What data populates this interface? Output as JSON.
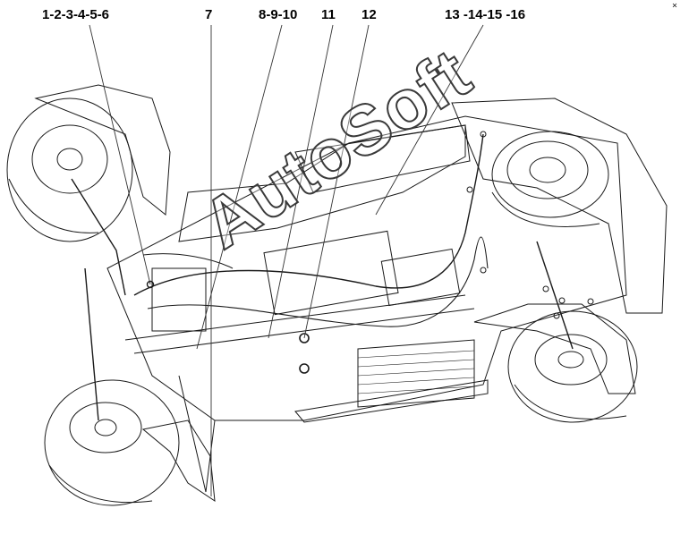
{
  "callouts": [
    {
      "id": "c1",
      "text": "1-2-3-4-5-6"
    },
    {
      "id": "c2",
      "text": "7"
    },
    {
      "id": "c3",
      "text": "8-9-10"
    },
    {
      "id": "c4",
      "text": "11"
    },
    {
      "id": "c5",
      "text": "12"
    },
    {
      "id": "c6",
      "text": "13 -14-15 -16"
    }
  ],
  "watermark": "AutoSoft",
  "colors": {
    "line": "#1a1a1a",
    "leader": "#333333",
    "background": "#ffffff"
  }
}
